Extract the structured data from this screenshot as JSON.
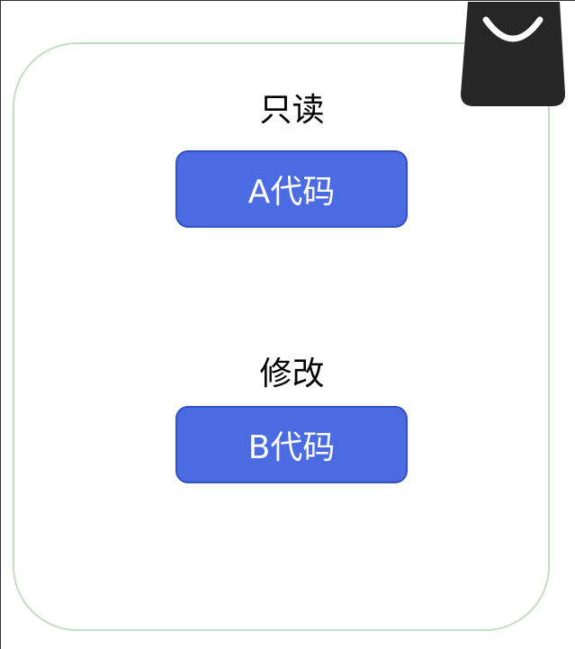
{
  "diagram": {
    "section_a": {
      "label": "只读",
      "box_text": "A代码"
    },
    "section_b": {
      "label": "修改",
      "box_text": "B代码"
    }
  },
  "icons": {
    "corner_icon": "shopping-bag-icon"
  },
  "colors": {
    "box_fill": "#4b6be3",
    "box_border": "#3350bf",
    "container_border": "#c6dcc4",
    "bag_fill": "#262626"
  }
}
